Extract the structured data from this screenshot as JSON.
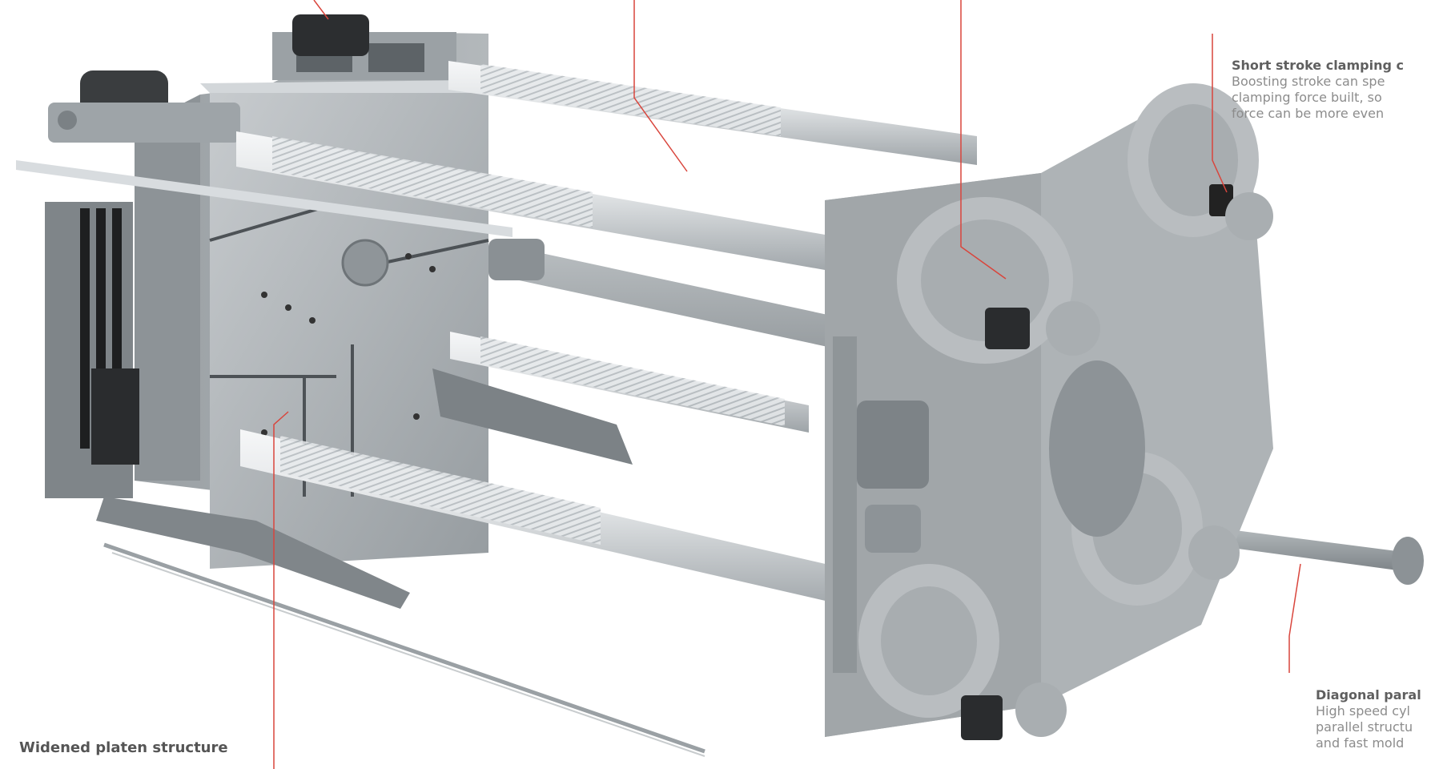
{
  "callouts": {
    "short_stroke": {
      "title": "Short stroke clamping c",
      "lines": [
        "Boosting stroke can spe",
        "clamping force built, so",
        "force can be more even"
      ]
    },
    "diagonal_parallel": {
      "title": "Diagonal paral",
      "lines": [
        "High speed cyl",
        "parallel structu",
        "and fast mold"
      ]
    },
    "widened_platen": {
      "title": "Widened platen structure"
    }
  },
  "colors": {
    "leader_line": "#d9453c",
    "platen_steel": "#a7adb1",
    "tie_bar": "#e3e6e8",
    "motor_black": "#222222",
    "title_text": "#5f5f5f",
    "body_text": "#8c8c8c"
  }
}
